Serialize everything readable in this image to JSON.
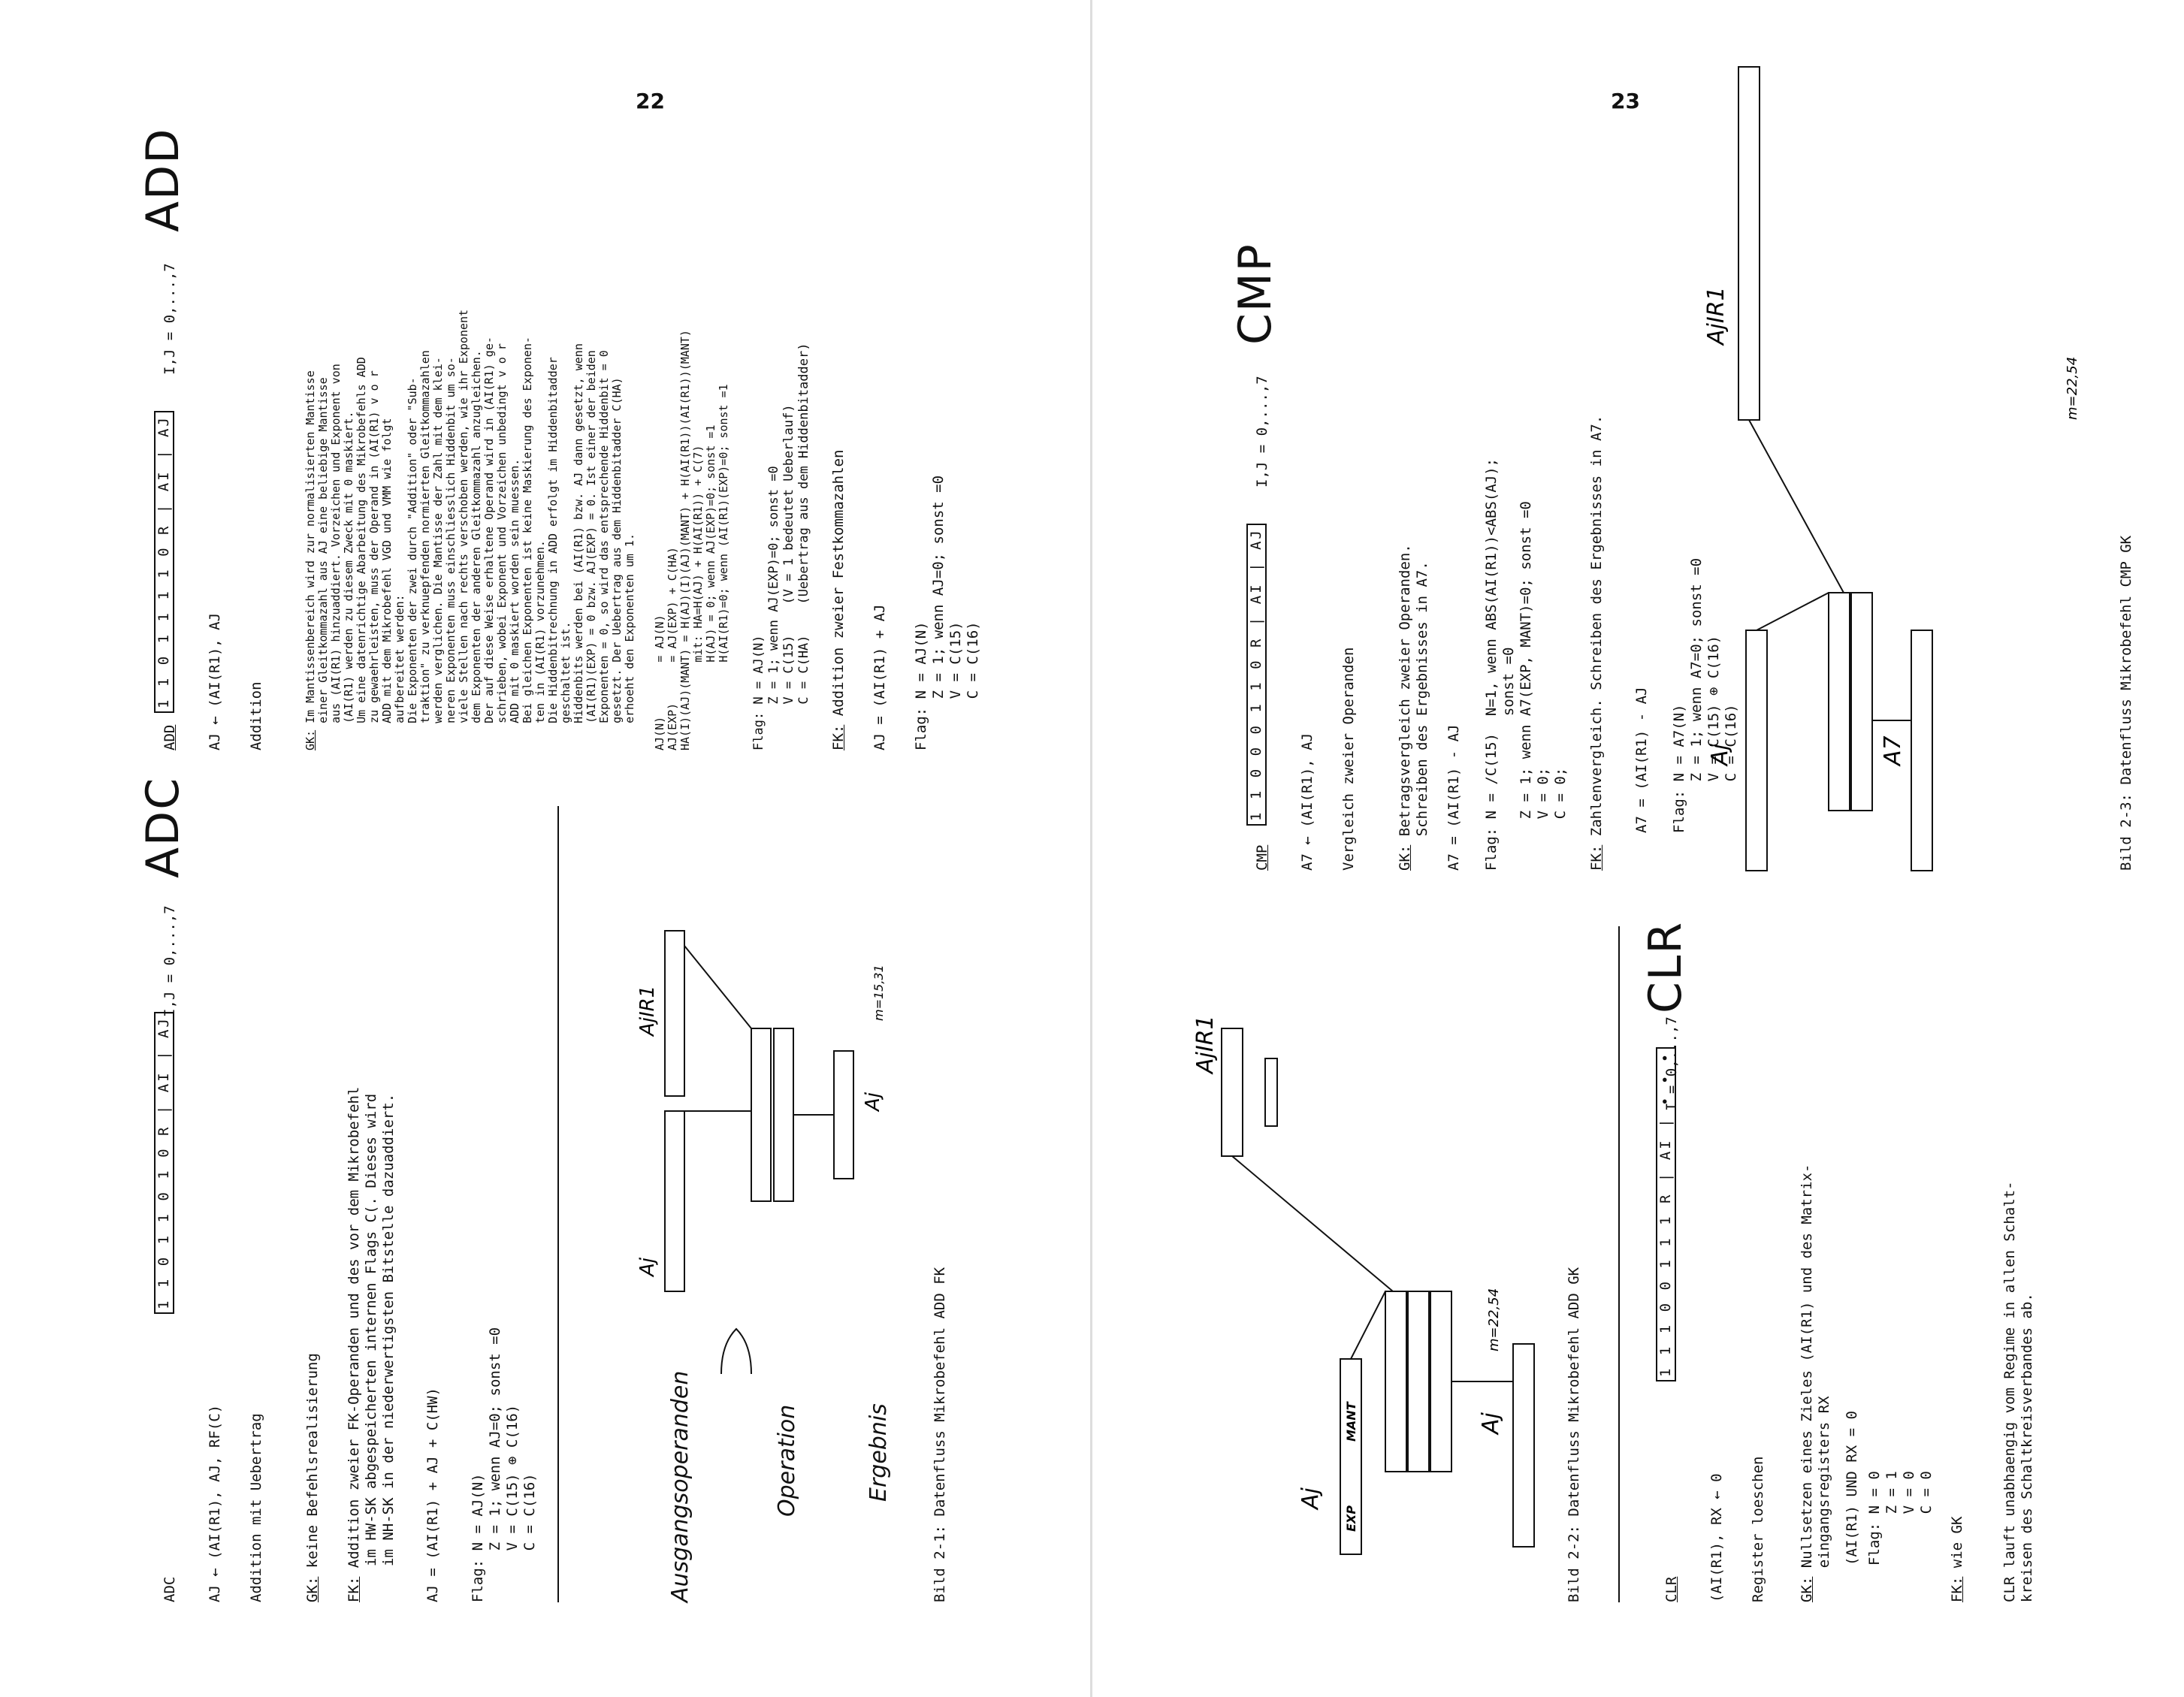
{
  "page_numbers": {
    "left": "22",
    "right": "23"
  },
  "adc": {
    "mnemonic": "ADC",
    "title": "ADC",
    "format": "1 1 0 1 1 0 1 0 R | AI | AJ",
    "indices": "I,J = 0,...,7",
    "operation": "AJ ← (AI(R1), AJ, RF(C)",
    "description": "Addition mit Uebertrag",
    "gk_label": "GK:",
    "gk_text": "keine Befehlsrealisierung",
    "fk_label": "FK:",
    "fk_lines": [
      "Addition zweier FK-Operanden und des vor dem Mikrobefehl",
      "im HW-SK abgespeicherten internen Flags C(. Dieses wird",
      "im NH-SK in der niederwertigsten Bitstelle dazuaddiert."
    ],
    "formula": "AJ = (AI(R1) + AJ + C(HW)",
    "flag_lines": [
      "Flag: N = AJ(N)",
      "      Z = 1; wenn AJ=0; sonst =0",
      "      V = C(15) ⊕ C(16)",
      "      C = C(16)"
    ],
    "diagram": {
      "label_ausgang": "Ausgangsoperanden",
      "label_operation": "Operation",
      "label_ergebnis": "Ergebnis",
      "aj": "Aj",
      "ajr1": "AjIR1",
      "m_range": "m=15,31",
      "caption": "Bild 2-1: Datenfluss Mikrobefehl ADD FK"
    }
  },
  "add": {
    "mnemonic": "ADD",
    "title": "ADD",
    "format": "1 1 0 1 1 1 1 0 R | AI | AJ",
    "indices": "I,J = 0,...,7",
    "operation": "AJ ← (AI(R1), AJ",
    "description": "Addition",
    "gk_label": "GK:",
    "gk_lines": [
      "Im Mantissenbereich wird zur normalisierten Mantisse",
      "einer Gleitkommazahl aus AJ eine beliebige Mantisse",
      "aus (AI(R1) hinzuaddiert. Vorzeichen und Exponent von",
      "(AI(R1) werden zu diesem Zweck mit 0 maskiert.",
      "Um eine datenrichtige Abarbeitung des Mikrobefehls ADD",
      "zu gewaehrleisten, muss der Operand in (AI(R1) v o r",
      "ADD mit dem Mikrobefehl VGD und VMM wie folgt",
      "aufbereitet werden:",
      "Die Exponenten der zwei durch \"Addition\" oder \"Sub-",
      "traktion\" zu verknuepfenden normierten Gleitkommazahlen",
      "werden verglichen. Die Mantisse der Zahl mit dem klei-",
      "neren Exponenten muss einschliesslich Hiddenbit um so-",
      "viele Stellen nach rechts verschoben werden, wie ihr Exponent",
      "dem Exponenten der anderen Gleitkommazahl anzugleichen.",
      "Der auf diese Weise erhaltene Operand wird in (AI(R1) ge-",
      "schrieben, wobei Exponent und Vorzeichen unbedingt v o r",
      "ADD mit 0 maskiert worden sein muessen.",
      "Bei gleichen Exponenten ist keine Maskierung des Exponen-",
      "ten in (AI(R1) vorzunehmen.",
      "Die Hiddenbitrechnung in ADD erfolgt im Hiddenbitadder",
      "geschaltet ist.",
      "Hiddenbits werden bei (AI(R1) bzw. AJ dann gesetzt, wenn",
      "(AI(R1)(EXP) = 0 bzw. AJ(EXP) = 0. Ist einer der beiden",
      "Exponenten = 0, so wird das entsprechende Hiddenbit = 0",
      "gesetzt. Der Uebertrag aus dem Hiddenbitadder C(HA)",
      "erhoeht den Exponenten um 1."
    ],
    "assign_lines": [
      "AJ(N)        = AJ(N)",
      "AJ(EXP)      = AJ(EXP) + C(HA)",
      "HA(I)(AJ)(MANT) = H(AJ)(I)(AJ)(MANT) + H(AI(R1))(AI(R1))(MANT)",
      "             mit: HA=H(AJ) + H(AI(R1)) + C(7)",
      "             H(AJ) = 0; wenn AJ(EXP)=0; sonst =1",
      "             H(AI(R1)=0; wenn (AI(R1)(EXP)=0; sonst =1"
    ],
    "flag_lines": [
      "Flag: N = AJ(N)",
      "      Z = 1; wenn AJ(EXP)=0; sonst =0",
      "      V = C(15)    (V = 1 bedeutet Ueberlauf)",
      "      C = C(HA)    (Uebertrag aus dem Hiddenbitadder)"
    ],
    "fk_label": "FK:",
    "fk_text": "Addition zweier Festkommazahlen",
    "fk_formula": "AJ = (AI(R1) + AJ",
    "fk_flag_lines": [
      "Flag: N = AJ(N)",
      "      Z = 1; wenn AJ=0; sonst =0",
      "      V = C(15)",
      "      C = C(16)"
    ],
    "diagram": {
      "aj": "Aj",
      "ajr1": "AjIR1",
      "m_range": "m=22,54",
      "mant": "MANT",
      "exp": "EXP",
      "caption": "Bild 2-2: Datenfluss Mikrobefehl ADD GK"
    }
  },
  "clr": {
    "mnemonic": "CLR",
    "title": "CLR",
    "format": "1 1 1 0 0 1 1 1 R | AI | • • •",
    "indices": "I = 0,...,7",
    "operation": "(AI(R1), RX ← 0",
    "description": "Register loeschen",
    "gk_label": "GK:",
    "gk_lines": [
      "Nullsetzen eines Zieles (AI(R1) und des Matrix-",
      "eingangsregisters RX"
    ],
    "gk_formula": "(AI(R1) UND RX = 0",
    "flag_lines": [
      "Flag: N = 0",
      "      Z = 1",
      "      V = 0",
      "      C = 0"
    ],
    "fk_label": "FK:",
    "fk_text": "wie GK",
    "note_lines": [
      "CLR lauft unabhaengig vom Regime in allen Schalt-",
      "kreisen des Schaltkreisverbandes ab."
    ]
  },
  "cmp": {
    "mnemonic": "CMP",
    "title": "CMP",
    "format": "1 1 0 0 0 1 1 0 R | AI | AJ",
    "indices": "I,J = 0,...,7",
    "operation": "A7 ← (AI(R1), AJ",
    "description": "Vergleich zweier Operanden",
    "gk_label": "GK:",
    "gk_lines": [
      "Betragsvergleich zweier Operanden.",
      "Schreiben des Ergebnisses in A7."
    ],
    "gk_formula": "A7 = (AI(R1) - AJ",
    "flag_lines": [
      "Flag: N = /C(15)  N=1, wenn ABS(AI(R1))<ABS(AJ);",
      "                  sonst =0",
      "      Z = 1; wenn A7(EXP, MANT)=0; sonst =0",
      "      V = 0;",
      "      C = 0;"
    ],
    "fk_label": "FK:",
    "fk_text": "Zahlenvergleich. Schreiben des Ergebnisses in A7.",
    "fk_formula": "A7 = (AI(R1) - AJ",
    "fk_flag_lines": [
      "Flag: N = A7(N)",
      "      Z = 1; wenn A7=0; sonst =0",
      "      V = C(15) ⊕ C(16)",
      "      C = C(16)"
    ],
    "diagram": {
      "aj": "Aj",
      "a7": "A7",
      "ajr1": "AjIR1",
      "m_range": "m=22,54",
      "caption": "Bild 2-3: Datenfluss Mikrobefehl CMP GK"
    }
  }
}
